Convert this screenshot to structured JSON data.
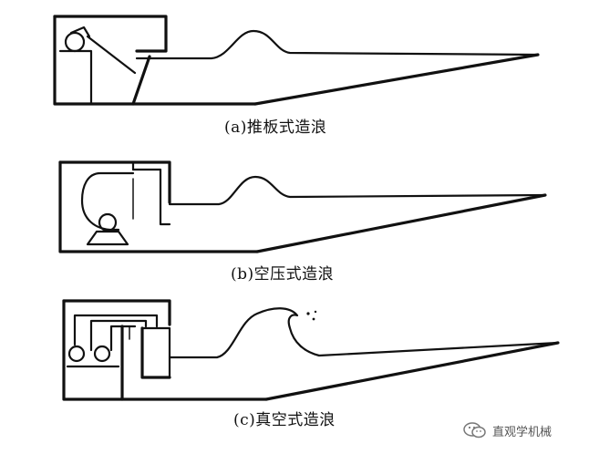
{
  "captions": {
    "a": "(a)推板式造浪",
    "b": "(b)空压式造浪",
    "c": "(c)真空式造浪"
  },
  "watermark": {
    "text": "直观学机械",
    "icon": "wechat-icon"
  },
  "colors": {
    "ink": "#111111",
    "background": "#ffffff",
    "watermark": "#555555"
  }
}
